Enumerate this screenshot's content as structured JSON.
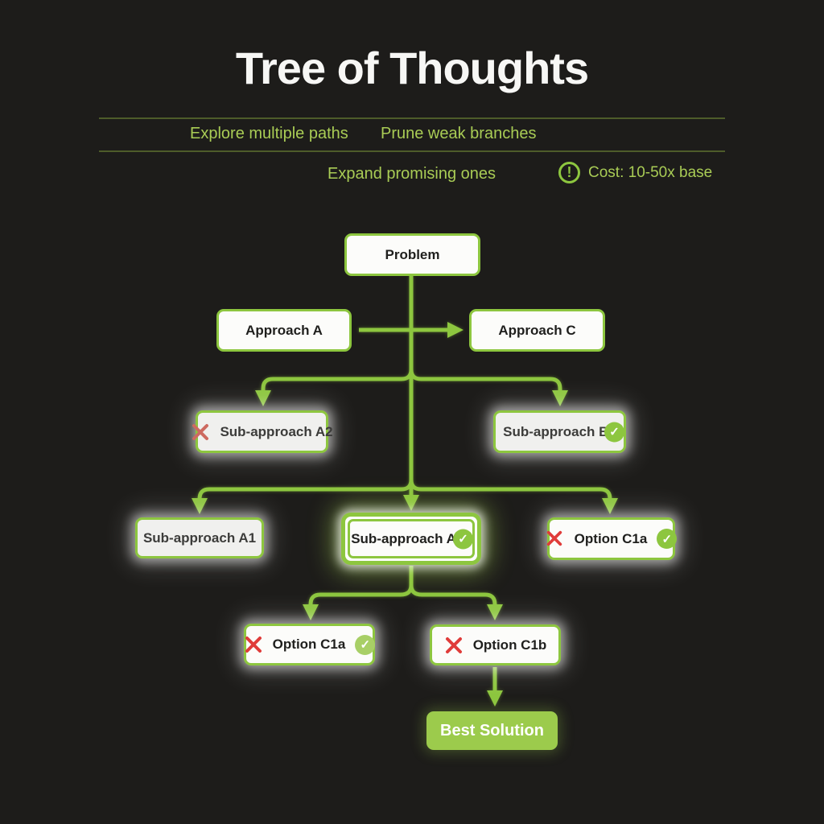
{
  "title": "Tree of Thoughts",
  "header": {
    "bullet_1": "Explore multiple paths",
    "bullet_2": "Prune weak branches",
    "bullet_3": "Expand promising ones",
    "cost_label": "Cost: 10-50x base",
    "cost_icon": "alert-circle-icon",
    "cost_icon_glyph": "!"
  },
  "nodes": {
    "problem": {
      "label": "Problem"
    },
    "approach_a": {
      "label": "Approach A"
    },
    "approach_c": {
      "label": "Approach C"
    },
    "sub_a2": {
      "label": "Sub-approach A2",
      "status": "pruned"
    },
    "sub_b1": {
      "label": "Sub-approach B1",
      "status": "accepted"
    },
    "sub_a1": {
      "label": "Sub-approach A1",
      "status": "neutral"
    },
    "sub_a22": {
      "label": "Sub-approach A22",
      "status": "accepted",
      "highlighted": true
    },
    "option_c1a_mid": {
      "label": "Option C1a",
      "status": "pruned-and-accepted"
    },
    "option_c1a_low": {
      "label": "Option C1a",
      "status": "pruned-and-accepted"
    },
    "option_c1b": {
      "label": "Option C1b",
      "status": "pruned"
    },
    "best_solution": {
      "label": "Best Solution"
    }
  },
  "icons": {
    "rejected": "x-icon",
    "accepted": "check-circle-icon",
    "check_glyph": "✓"
  },
  "colors": {
    "background": "#1d1c1a",
    "accent_green": "#8dc63f",
    "header_green": "#a9cc55",
    "divider_green": "#4e5c2a",
    "error_red": "#e03c3a",
    "muted_red": "#cd6a60",
    "best_fill": "#9ccb4c",
    "title_white": "#f7f7f5"
  }
}
